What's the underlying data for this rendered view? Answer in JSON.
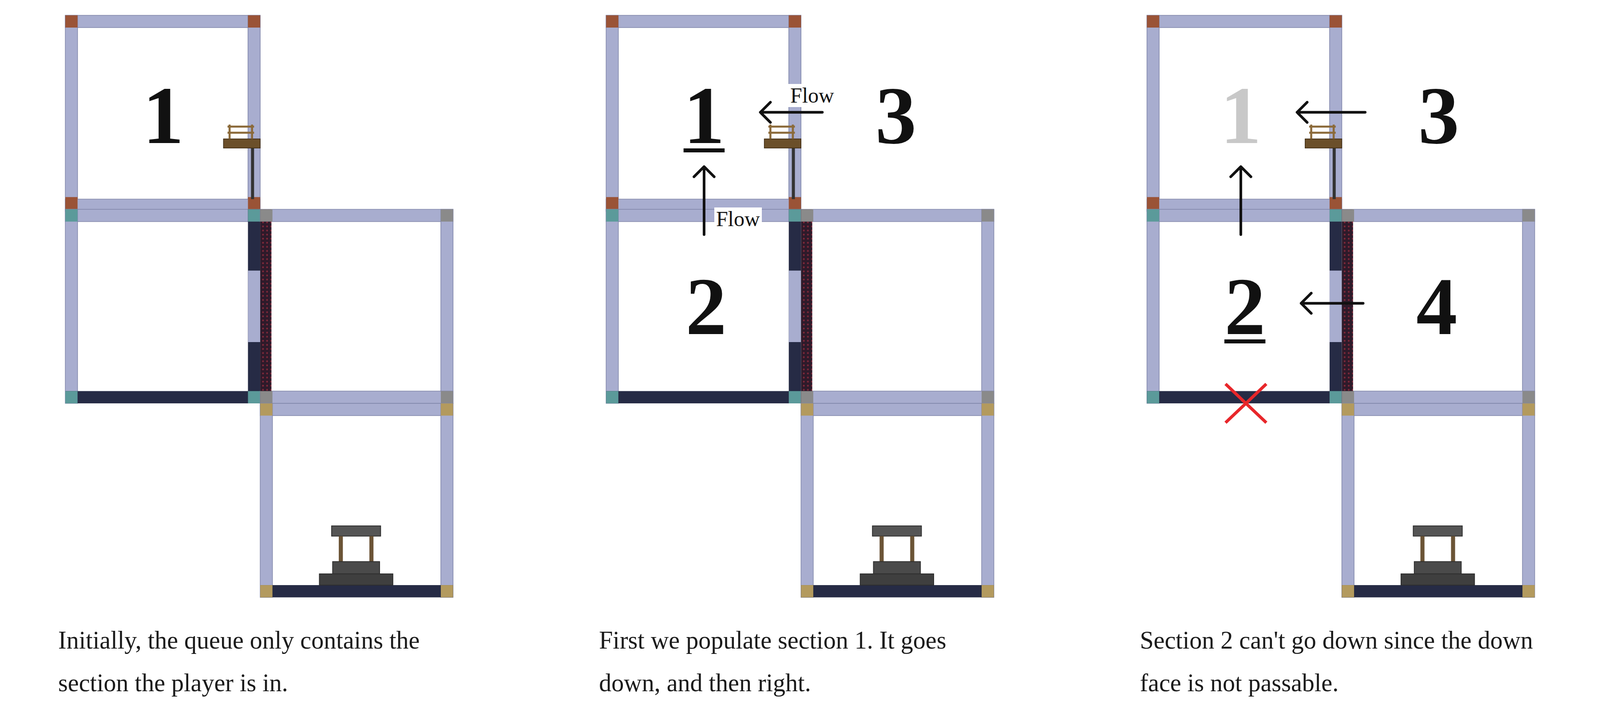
{
  "diagram": {
    "nodes": [
      {
        "text": [
          "1"
        ]
      },
      {
        "text": [
          "1"
        ]
      },
      {
        "text": [
          "3"
        ]
      },
      {
        "text": [
          "2"
        ]
      },
      {
        "text": [
          "1"
        ]
      },
      {
        "text": [
          "3"
        ]
      },
      {
        "text": [
          "2"
        ]
      },
      {
        "text": [
          "4"
        ]
      }
    ],
    "edges": [
      {
        "from": 3,
        "to": 1,
        "arrow": "to",
        "label": "Flow"
      },
      {
        "from": 2,
        "to": 1,
        "arrow": "to",
        "label": "Flow"
      },
      {
        "from": 6,
        "to": 4,
        "arrow": "to"
      },
      {
        "from": 5,
        "to": 4,
        "arrow": "to"
      },
      {
        "from": 7,
        "to": 6,
        "arrow": "to"
      }
    ],
    "labels": [
      "Initially, the queue only contains the section the player is in.",
      "First we populate section 1. It goes down, and then right.",
      "Section 2 can't go down since the down face is not passable."
    ]
  }
}
